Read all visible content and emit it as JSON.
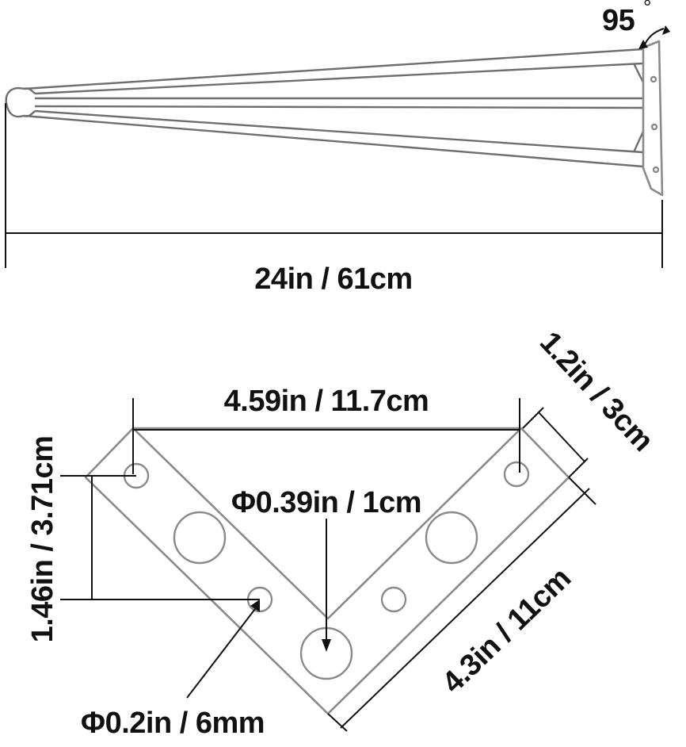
{
  "diagram": {
    "angle_label": "95",
    "angle_degree_symbol": "°",
    "length_label": "24in / 61cm",
    "plate": {
      "width_label": "4.59in / 11.7cm",
      "arm_width_label": "1.2in / 3cm",
      "height_label": "1.46in / 3.71cm",
      "arm_length_label": "4.3in / 11cm",
      "large_hole_label": "Φ0.39in / 1cm",
      "small_hole_label": "Φ0.2in / 6mm"
    }
  }
}
